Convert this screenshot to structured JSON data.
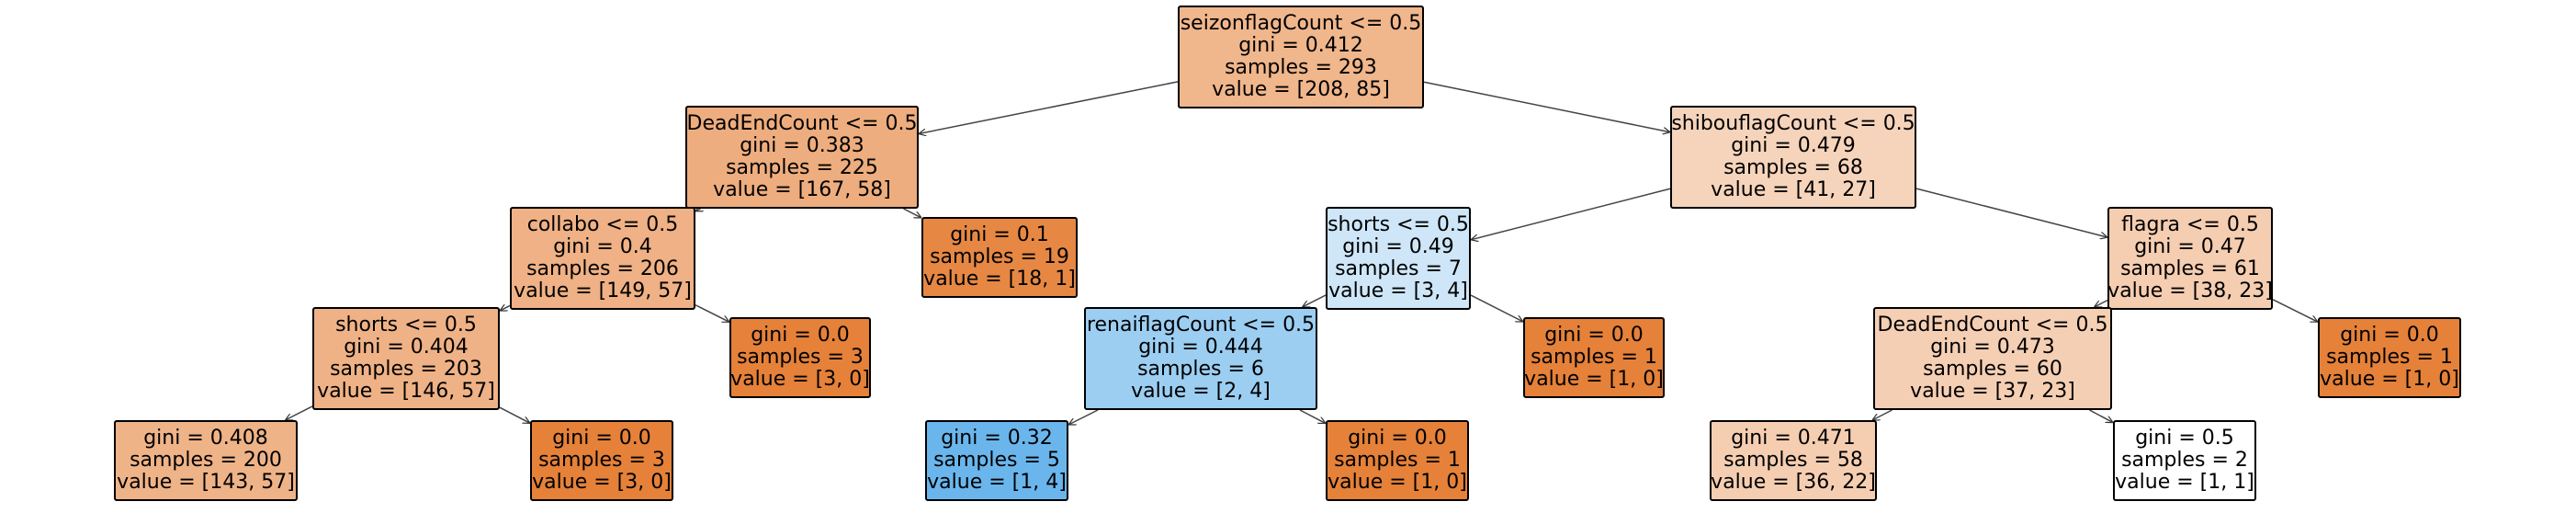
{
  "tree": {
    "nodes": [
      {
        "id": "n0",
        "split": "seizonflagCount <= 0.5",
        "gini": "gini = 0.412",
        "samples": "samples = 293",
        "value": "value = [208, 85]",
        "fill": "#f0b68c"
      },
      {
        "id": "n1",
        "split": "DeadEndCount <= 0.5",
        "gini": "gini = 0.383",
        "samples": "samples = 225",
        "value": "value = [167, 58]",
        "fill": "#eead7e"
      },
      {
        "id": "n2",
        "split": "collabo <= 0.5",
        "gini": "gini = 0.4",
        "samples": "samples = 206",
        "value": "value = [149, 57]",
        "fill": "#efb185"
      },
      {
        "id": "n3",
        "split": "shorts <= 0.5",
        "gini": "gini = 0.404",
        "samples": "samples = 203",
        "value": "value = [146, 57]",
        "fill": "#efb286"
      },
      {
        "id": "n4",
        "split": "",
        "gini": "gini = 0.408",
        "samples": "samples = 200",
        "value": "value = [143, 57]",
        "fill": "#efb388"
      },
      {
        "id": "n5",
        "split": "",
        "gini": "gini = 0.0",
        "samples": "samples = 3",
        "value": "value = [3, 0]",
        "fill": "#e58139"
      },
      {
        "id": "n6",
        "split": "",
        "gini": "gini = 0.0",
        "samples": "samples = 3",
        "value": "value = [3, 0]",
        "fill": "#e58139"
      },
      {
        "id": "n7",
        "split": "",
        "gini": "gini = 0.1",
        "samples": "samples = 19",
        "value": "value = [18, 1]",
        "fill": "#e68844"
      },
      {
        "id": "n8",
        "split": "shibouflagCount <= 0.5",
        "gini": "gini = 0.479",
        "samples": "samples = 68",
        "value": "value = [41, 27]",
        "fill": "#f6d4bb"
      },
      {
        "id": "n9",
        "split": "shorts <= 0.5",
        "gini": "gini = 0.49",
        "samples": "samples = 7",
        "value": "value = [3, 4]",
        "fill": "#cee6f8"
      },
      {
        "id": "n10",
        "split": "renaiflagCount <= 0.5",
        "gini": "gini = 0.444",
        "samples": "samples = 6",
        "value": "value = [2, 4]",
        "fill": "#9ccef2"
      },
      {
        "id": "n11",
        "split": "",
        "gini": "gini = 0.32",
        "samples": "samples = 5",
        "value": "value = [1, 4]",
        "fill": "#6ab6ec"
      },
      {
        "id": "n12",
        "split": "",
        "gini": "gini = 0.0",
        "samples": "samples = 1",
        "value": "value = [1, 0]",
        "fill": "#e58139"
      },
      {
        "id": "n13",
        "split": "",
        "gini": "gini = 0.0",
        "samples": "samples = 1",
        "value": "value = [1, 0]",
        "fill": "#e58139"
      },
      {
        "id": "n14",
        "split": "flagra <= 0.5",
        "gini": "gini = 0.47",
        "samples": "samples = 61",
        "value": "value = [38, 23]",
        "fill": "#f5cdb1"
      },
      {
        "id": "n15",
        "split": "DeadEndCount <= 0.5",
        "gini": "gini = 0.473",
        "samples": "samples = 60",
        "value": "value = [37, 23]",
        "fill": "#f5cfb4"
      },
      {
        "id": "n16",
        "split": "",
        "gini": "gini = 0.471",
        "samples": "samples = 58",
        "value": "value = [36, 22]",
        "fill": "#f5ceb2"
      },
      {
        "id": "n17",
        "split": "",
        "gini": "gini = 0.5",
        "samples": "samples = 2",
        "value": "value = [1, 1]",
        "fill": "#ffffff"
      },
      {
        "id": "n18",
        "split": "",
        "gini": "gini = 0.0",
        "samples": "samples = 1",
        "value": "value = [1, 0]",
        "fill": "#e58139"
      }
    ],
    "edges": [
      [
        "n0",
        "n1"
      ],
      [
        "n0",
        "n8"
      ],
      [
        "n1",
        "n2"
      ],
      [
        "n1",
        "n7"
      ],
      [
        "n2",
        "n3"
      ],
      [
        "n2",
        "n6"
      ],
      [
        "n3",
        "n4"
      ],
      [
        "n3",
        "n5"
      ],
      [
        "n8",
        "n9"
      ],
      [
        "n8",
        "n14"
      ],
      [
        "n9",
        "n10"
      ],
      [
        "n9",
        "n13"
      ],
      [
        "n10",
        "n11"
      ],
      [
        "n10",
        "n12"
      ],
      [
        "n14",
        "n15"
      ],
      [
        "n14",
        "n18"
      ],
      [
        "n15",
        "n16"
      ],
      [
        "n15",
        "n17"
      ]
    ]
  }
}
